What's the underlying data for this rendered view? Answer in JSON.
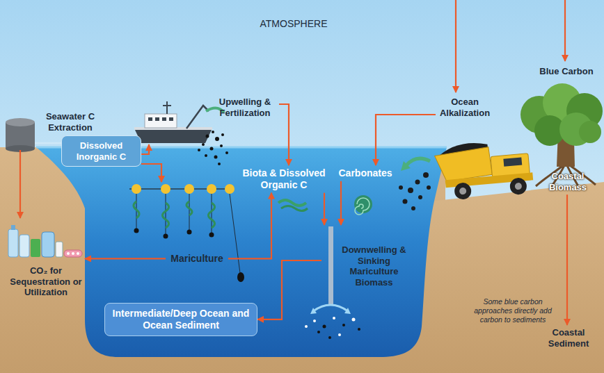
{
  "diagram": {
    "nodes": [
      {
        "text": [
          "Seawater C Extraction"
        ]
      },
      {
        "text": [
          "Upwelling & Fertilization"
        ]
      },
      {
        "text": [
          "Ocean Alkalization"
        ]
      },
      {
        "text": [
          "Blue Carbon"
        ]
      },
      {
        "text": [
          "Dissolved Inorganic C"
        ]
      },
      {
        "text": [
          "Biota & Dissolved Organic C"
        ]
      },
      {
        "text": [
          "Carbonates"
        ]
      },
      {
        "text": [
          "Coastal Biomass"
        ]
      },
      {
        "text": [
          "CO₂ for Sequestration or Utilization"
        ]
      },
      {
        "text": [
          "Mariculture"
        ]
      },
      {
        "text": [
          "Downwelling & Sinking Mariculture Biomass"
        ]
      },
      {
        "text": [
          "Intermediate/Deep Ocean and Ocean Sediment"
        ]
      },
      {
        "text": [
          "Coastal Sediment"
        ]
      }
    ],
    "edges": [
      {
        "from": 4,
        "to": 0,
        "arrow": "none"
      },
      {
        "from": 0,
        "to": 8,
        "arrow": "to"
      },
      {
        "from": 1,
        "to": 5,
        "arrow": "to"
      },
      {
        "from": 2,
        "to": 6,
        "arrow": "to"
      },
      {
        "from": 5,
        "to": 10,
        "arrow": "to"
      },
      {
        "from": 6,
        "to": 10,
        "arrow": "to"
      },
      {
        "from": 9,
        "to": 8,
        "arrow": "to"
      },
      {
        "from": 9,
        "to": 5,
        "arrow": "to"
      },
      {
        "from": 10,
        "to": 11,
        "arrow": "to"
      },
      {
        "from": 7,
        "to": 12,
        "arrow": "to"
      }
    ],
    "labels": [
      "ATMOSPHERE",
      "Some blue carbon approaches directly add carbon to sediments"
    ]
  }
}
